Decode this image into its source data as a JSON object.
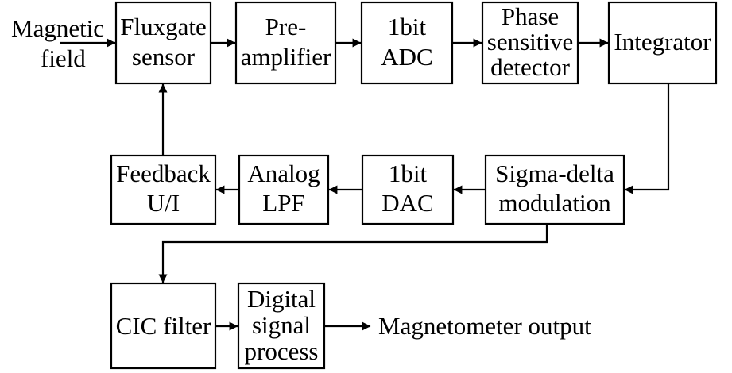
{
  "diagram": {
    "input_label": {
      "line1": "Magnetic",
      "line2": "field"
    },
    "output_label": "Magnetometer output",
    "blocks": {
      "fluxgate_sensor": {
        "line1": "Fluxgate",
        "line2": "sensor"
      },
      "preamplifier": {
        "line1": "Pre-",
        "line2": "amplifier"
      },
      "adc": {
        "line1": "1bit",
        "line2": "ADC"
      },
      "phase_detector": {
        "line1": "Phase",
        "line2": "sensitive",
        "line3": "detector"
      },
      "integrator": {
        "line1": "Integrator"
      },
      "sigma_delta": {
        "line1": "Sigma-delta",
        "line2": "modulation"
      },
      "dac": {
        "line1": "1bit",
        "line2": "DAC"
      },
      "analog_lpf": {
        "line1": "Analog",
        "line2": "LPF"
      },
      "feedback": {
        "line1": "Feedback",
        "line2": "U/I"
      },
      "cic_filter": {
        "line1": "CIC filter"
      },
      "dsp": {
        "line1": "Digital",
        "line2": "signal",
        "line3": "process"
      }
    }
  }
}
